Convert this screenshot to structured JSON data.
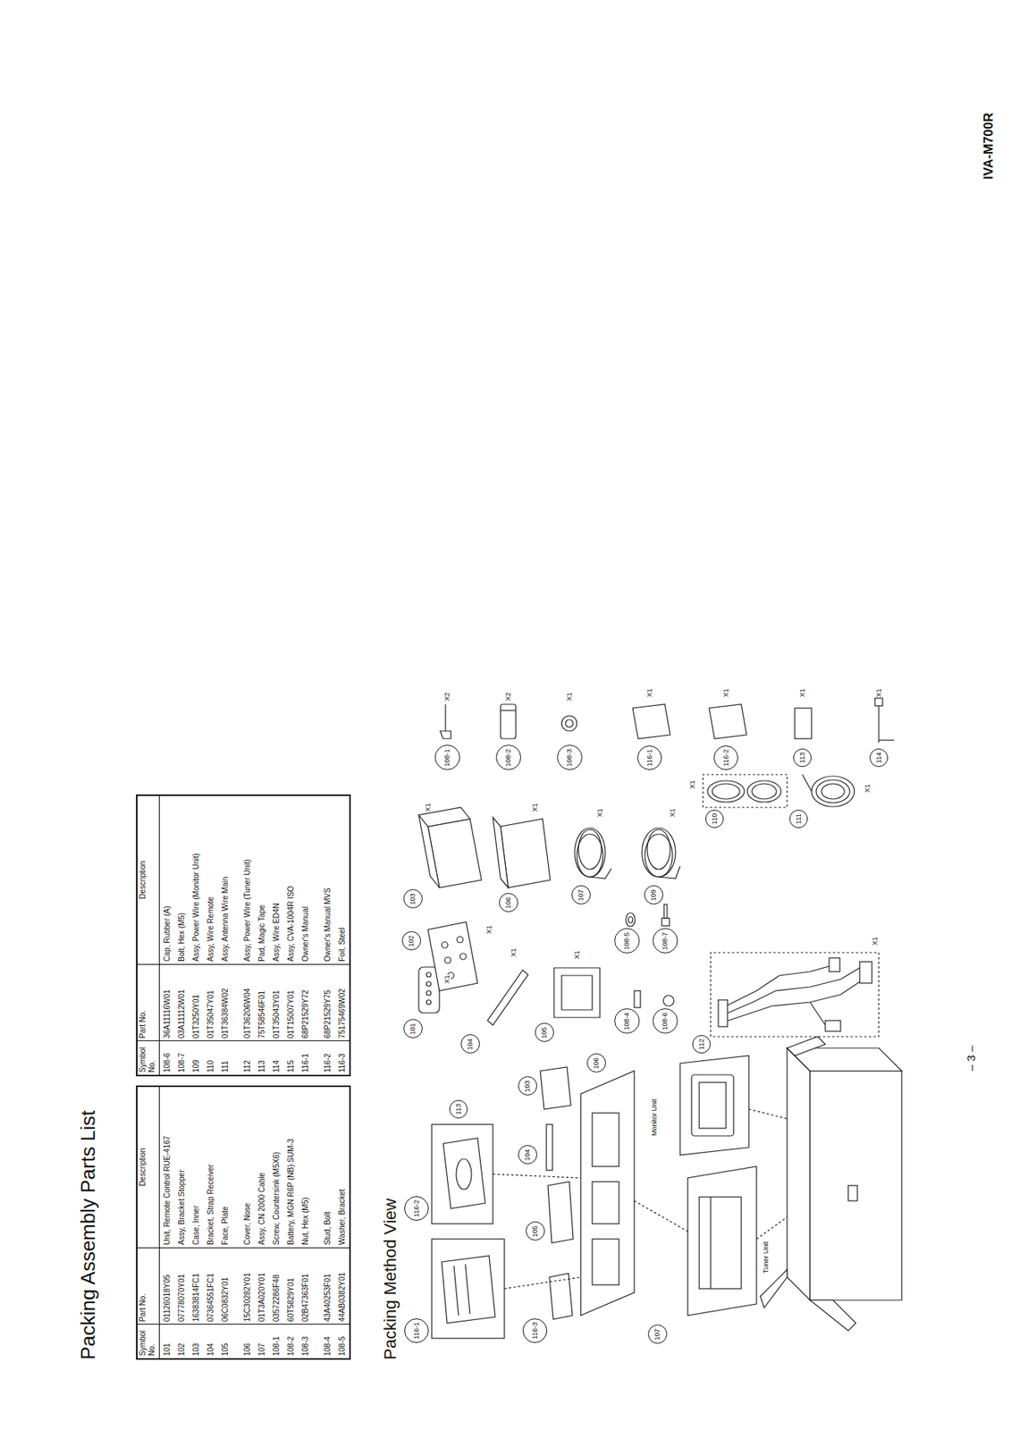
{
  "diagram": {
    "title": "Packing Assembly Parts List",
    "labels": [
      "IVA-M700R",
      "Packing Method View",
      "Symbol No.",
      "Part No.",
      "Description",
      "101",
      "01126018Y05",
      "Unit, Remote Control RUE-4167",
      "102",
      "07778070Y01",
      "Assy, Bracket Stopper",
      "103",
      "16383814FC1",
      "Case, Inner",
      "104",
      "07364551FC1",
      "Bracket, Strap Receiver",
      "105",
      "06C0832Y01",
      "Face, Plate",
      "106",
      "15C30282Y01",
      "Cover, Nose",
      "107",
      "01T3A020Y01",
      "Assy, CN 2000 Cable",
      "108-1",
      "03572286F48",
      "Screw, Countersink (M5X6)",
      "108-2",
      "60T5829Y01",
      "Battery, MGN R6P (NB) SUM-3",
      "108-3",
      "02B47363F01",
      "Nut, Hex (M5)",
      "108-4",
      "43A40253F01",
      "Stud, Bolt",
      "108-5",
      "44AB0382Y01",
      "Washer, Bracket",
      "Symbol No.",
      "Part No.",
      "Description",
      "108-6",
      "36A11116W01",
      "Cap, Rubber (A)",
      "108-7",
      "03A11112W01",
      "Bolt, Hex (M5)",
      "109",
      "01T3250Y01",
      "Assy, Power Wire (Monitor Unit)",
      "110",
      "01T35047Y01",
      "Assy, Wire Remote",
      "111",
      "01T36384W02",
      "Assy, Antenna Wire Main",
      "112",
      "01T36206W04",
      "Assy, Power Wire (Tuner Unit)",
      "113",
      "75T58546F01",
      "Pad, Magic Tape",
      "114",
      "01T35043Y01",
      "Assy, Wire ED4N",
      "115",
      "01T15007Y01",
      "Assy, CVA-1004R ISO",
      "116-1",
      "68P21529Y72",
      "Owner's Manual",
      "116-2",
      "68P21529Y75",
      "Owner's Manual MVS",
      "116-3",
      "75175469W02",
      "Foil, Steel",
      "– 3 –",
      "Tuner Unit",
      "Monitor Unit",
      "101",
      "X1",
      "102",
      "X1",
      "103",
      "X1",
      "104",
      "X1",
      "105",
      "X1",
      "106",
      "X1",
      "107",
      "X1",
      "108-1",
      "X2",
      "108-2",
      "X2",
      "108-3",
      "X1",
      "108-4",
      "108-5",
      "108-6",
      "108-7",
      "109",
      "X1",
      "110",
      "X1",
      "111",
      "X1",
      "112",
      "X1",
      "116-1",
      "X1",
      "116-2",
      "X1",
      "113",
      "X1",
      "114",
      "X1",
      "116-1",
      "116-2",
      "113",
      "116-3",
      "105",
      "104",
      "103",
      "106",
      "107"
    ]
  }
}
